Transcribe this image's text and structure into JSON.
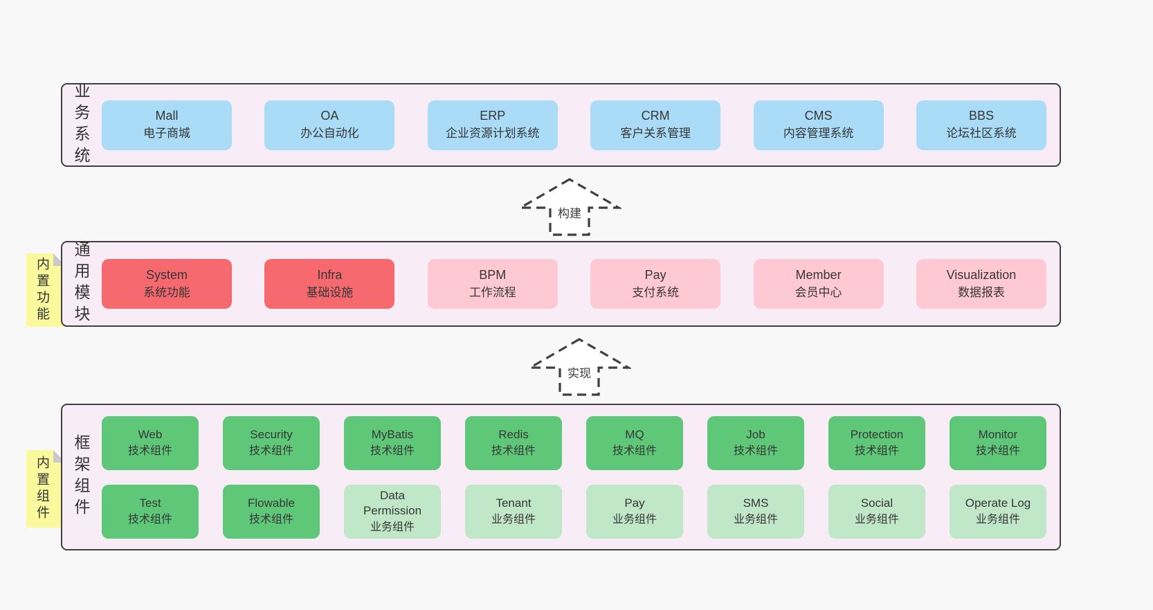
{
  "colors": {
    "page_bg": "#f8f8f8",
    "panel_bg": "#f8edf6",
    "panel_border": "#3f3f3f",
    "blue": "#aadcf7",
    "red": "#f5696f",
    "pink": "#fec9d3",
    "green_dark": "#5fc878",
    "green_light": "#c0e7c7",
    "sticky_yellow": "#fbf99d",
    "sticky_fold": "#c9c9c9",
    "text": "#363636"
  },
  "sections": {
    "business": {
      "label": "业务系统",
      "boxes": [
        {
          "title": "Mall",
          "subtitle": "电子商城",
          "variant": "blue"
        },
        {
          "title": "OA",
          "subtitle": "办公自动化",
          "variant": "blue"
        },
        {
          "title": "ERP",
          "subtitle": "企业资源计划系统",
          "variant": "blue"
        },
        {
          "title": "CRM",
          "subtitle": "客户关系管理",
          "variant": "blue"
        },
        {
          "title": "CMS",
          "subtitle": "内容管理系统",
          "variant": "blue"
        },
        {
          "title": "BBS",
          "subtitle": "论坛社区系统",
          "variant": "blue"
        }
      ]
    },
    "modules": {
      "label": "通用模块",
      "sticky": "内置功能",
      "boxes": [
        {
          "title": "System",
          "subtitle": "系统功能",
          "variant": "red"
        },
        {
          "title": "Infra",
          "subtitle": "基础设施",
          "variant": "red"
        },
        {
          "title": "BPM",
          "subtitle": "工作流程",
          "variant": "pink"
        },
        {
          "title": "Pay",
          "subtitle": "支付系统",
          "variant": "pink"
        },
        {
          "title": "Member",
          "subtitle": "会员中心",
          "variant": "pink"
        },
        {
          "title": "Visualization",
          "subtitle": "数据报表",
          "variant": "pink"
        }
      ]
    },
    "components": {
      "label": "框架组件",
      "sticky": "内置组件",
      "row1": [
        {
          "title": "Web",
          "subtitle": "技术组件",
          "variant": "green"
        },
        {
          "title": "Security",
          "subtitle": "技术组件",
          "variant": "green"
        },
        {
          "title": "MyBatis",
          "subtitle": "技术组件",
          "variant": "green"
        },
        {
          "title": "Redis",
          "subtitle": "技术组件",
          "variant": "green"
        },
        {
          "title": "MQ",
          "subtitle": "技术组件",
          "variant": "green"
        },
        {
          "title": "Job",
          "subtitle": "技术组件",
          "variant": "green"
        },
        {
          "title": "Protection",
          "subtitle": "技术组件",
          "variant": "green"
        },
        {
          "title": "Monitor",
          "subtitle": "技术组件",
          "variant": "green"
        }
      ],
      "row2": [
        {
          "title": "Test",
          "subtitle": "技术组件",
          "variant": "green"
        },
        {
          "title": "Flowable",
          "subtitle": "技术组件",
          "variant": "green"
        },
        {
          "title": "Data Permission",
          "subtitle": "业务组件",
          "variant": "green-light"
        },
        {
          "title": "Tenant",
          "subtitle": "业务组件",
          "variant": "green-light"
        },
        {
          "title": "Pay",
          "subtitle": "业务组件",
          "variant": "green-light"
        },
        {
          "title": "SMS",
          "subtitle": "业务组件",
          "variant": "green-light"
        },
        {
          "title": "Social",
          "subtitle": "业务组件",
          "variant": "green-light"
        },
        {
          "title": "Operate Log",
          "subtitle": "业务组件",
          "variant": "green-light"
        }
      ]
    }
  },
  "arrows": [
    {
      "label": "构建"
    },
    {
      "label": "实现"
    }
  ]
}
